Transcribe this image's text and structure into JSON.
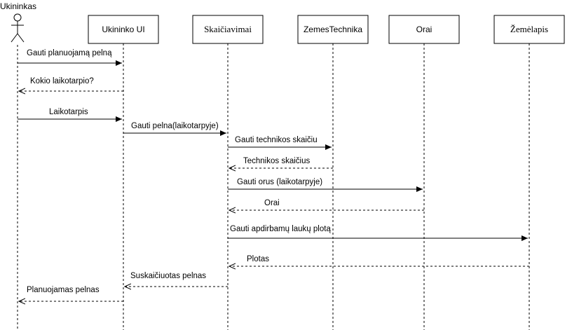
{
  "actor": {
    "name": "Ukininkas"
  },
  "participants": [
    {
      "id": "ui",
      "label": "Ukininko UI",
      "font": "sans"
    },
    {
      "id": "calc",
      "label": "Skaičiavimai",
      "font": "serif"
    },
    {
      "id": "tech",
      "label": "ZemesTechnika",
      "font": "sans"
    },
    {
      "id": "orai",
      "label": "Orai",
      "font": "sans"
    },
    {
      "id": "map",
      "label": "Žemėlapis",
      "font": "serif"
    }
  ],
  "messages": [
    {
      "from": "actor",
      "to": "ui",
      "label": "Gauti planuojamą pelną",
      "kind": "call"
    },
    {
      "from": "ui",
      "to": "actor",
      "label": "Kokio laikotarpio?",
      "kind": "return"
    },
    {
      "from": "actor",
      "to": "ui",
      "label": "Laikotarpis",
      "kind": "call"
    },
    {
      "from": "ui",
      "to": "calc",
      "label": "Gauti pelna(laikotarpyje)",
      "kind": "call"
    },
    {
      "from": "calc",
      "to": "tech",
      "label": "Gauti technikos skaičiu",
      "kind": "call"
    },
    {
      "from": "tech",
      "to": "calc",
      "label": "Technikos skaičius",
      "kind": "return"
    },
    {
      "from": "calc",
      "to": "orai",
      "label": "Gauti orus (laikotarpyje)",
      "kind": "call"
    },
    {
      "from": "orai",
      "to": "calc",
      "label": "Orai",
      "kind": "return"
    },
    {
      "from": "calc",
      "to": "map",
      "label": "Gauti apdirbamų laukų plotą",
      "kind": "call"
    },
    {
      "from": "map",
      "to": "calc",
      "label": "Plotas",
      "kind": "return"
    },
    {
      "from": "calc",
      "to": "ui",
      "label": "Suskaičiuotas pelnas",
      "kind": "return"
    },
    {
      "from": "ui",
      "to": "actor",
      "label": "Planuojamas pelnas",
      "kind": "return"
    }
  ]
}
